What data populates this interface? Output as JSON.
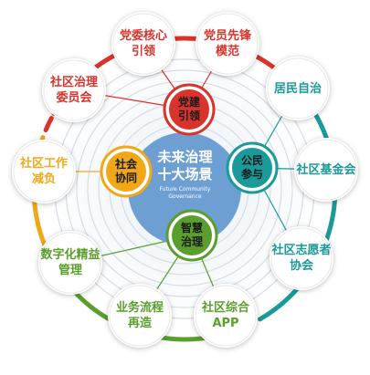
{
  "center": {
    "title_line1": "未来治理",
    "title_line2": "十大场景",
    "subtitle_line1": "Future Community",
    "subtitle_line2": "Governance"
  },
  "colors": {
    "red": "#d9342b",
    "orange": "#f0a818",
    "teal": "#1a9a9a",
    "green": "#5a9e2e",
    "center": "#6e9fd3"
  },
  "inner_nodes": [
    {
      "id": "party",
      "line1": "党建",
      "line2": "引领",
      "color": "#d9342b"
    },
    {
      "id": "citizen",
      "line1": "公民",
      "line2": "参与",
      "color": "#1a9a9a"
    },
    {
      "id": "smart",
      "line1": "智慧",
      "line2": "治理",
      "color": "#5a9e2e"
    },
    {
      "id": "social",
      "line1": "社会",
      "line2": "协同",
      "color": "#f0a818"
    }
  ],
  "outer_nodes": [
    {
      "id": "core",
      "line1": "党委核心",
      "line2": "引领",
      "color": "#d9342b"
    },
    {
      "id": "model",
      "line1": "党员先锋",
      "line2": "模范",
      "color": "#d9342b"
    },
    {
      "id": "self",
      "line1": "居民自治",
      "line2": "",
      "color": "#1a9a9a"
    },
    {
      "id": "fund",
      "line1": "社区基金会",
      "line2": "",
      "color": "#1a9a9a"
    },
    {
      "id": "volunteer",
      "line1": "社区志愿者",
      "line2": "协会",
      "color": "#1a9a9a"
    },
    {
      "id": "app",
      "line1": "社区综合",
      "line2": "APP",
      "color": "#5a9e2e"
    },
    {
      "id": "flow",
      "line1": "业务流程",
      "line2": "再造",
      "color": "#5a9e2e"
    },
    {
      "id": "digital",
      "line1": "数字化精益",
      "line2": "管理",
      "color": "#5a9e2e"
    },
    {
      "id": "burden",
      "line1": "社区工作",
      "line2": "减负",
      "color": "#f0a818"
    },
    {
      "id": "committee",
      "line1": "社区治理",
      "line2": "委员会",
      "color": "#d9342b"
    }
  ]
}
